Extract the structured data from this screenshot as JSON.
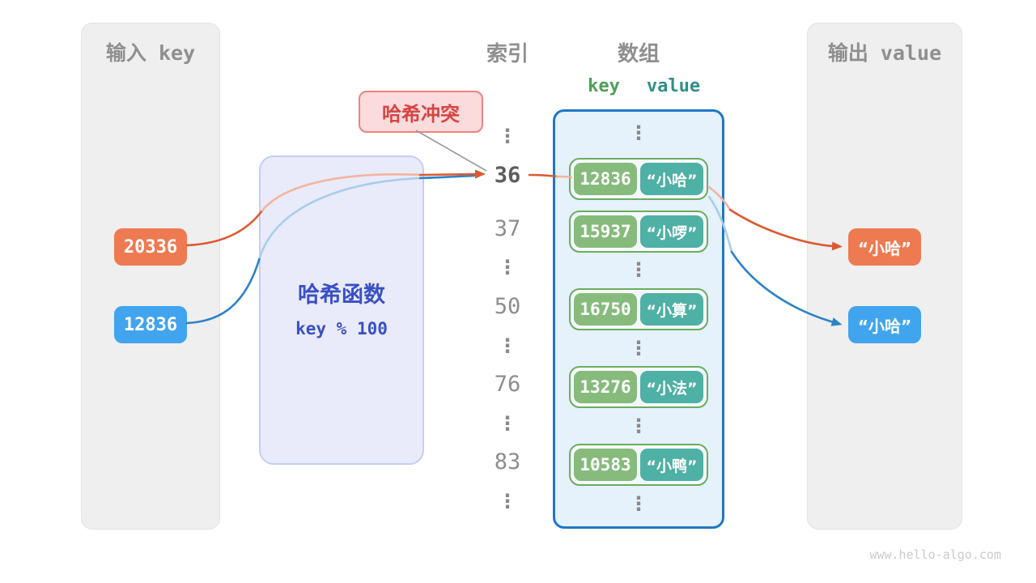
{
  "input_panel": {
    "title": "输入 key",
    "keys": [
      {
        "value": "20336",
        "color": "#ee7a52"
      },
      {
        "value": "12836",
        "color": "#41a4ee"
      }
    ]
  },
  "hash_function": {
    "name": "哈希函数",
    "formula": "key % 100"
  },
  "collision_label": "哈希冲突",
  "columns": {
    "index_title": "索引",
    "array_title": "数组",
    "key_header": "key",
    "value_header": "value"
  },
  "index_items": [
    "⋮",
    "36",
    "37",
    "⋮",
    "50",
    "⋮",
    "76",
    "⋮",
    "83",
    "⋮"
  ],
  "array_rows": [
    {
      "key": "12836",
      "value": "“小哈”"
    },
    {
      "key": "15937",
      "value": "“小啰”"
    },
    {
      "key": "16750",
      "value": "“小算”"
    },
    {
      "key": "13276",
      "value": "“小法”"
    },
    {
      "key": "10583",
      "value": "“小鸭”"
    }
  ],
  "glyphs": {
    "vdots": "⋮"
  },
  "output_panel": {
    "title": "输出 value",
    "values": [
      {
        "text": "“小哈”",
        "color": "#ee7a52"
      },
      {
        "text": "“小哈”",
        "color": "#41a4ee"
      }
    ]
  },
  "watermark": "www.hello-algo.com",
  "colors": {
    "panel_gray": "#efefef",
    "box_orange": "#ee7a52",
    "box_blue": "#41a4ee",
    "arrow_orange": "#dc5930",
    "arrow_blue": "#2e82c8",
    "pale_orange": "#f3b49e",
    "pale_blue": "#a9cde9",
    "hash_text": "#3a50c4",
    "collision_red": "#d94343",
    "key_cell_green": "#86bb7c",
    "value_cell_teal": "#4fb0a5",
    "row_border_green": "#6bad5f",
    "array_border_blue": "#2077c5",
    "key_header_green": "#4e9f56",
    "value_header_teal": "#2f9087"
  }
}
